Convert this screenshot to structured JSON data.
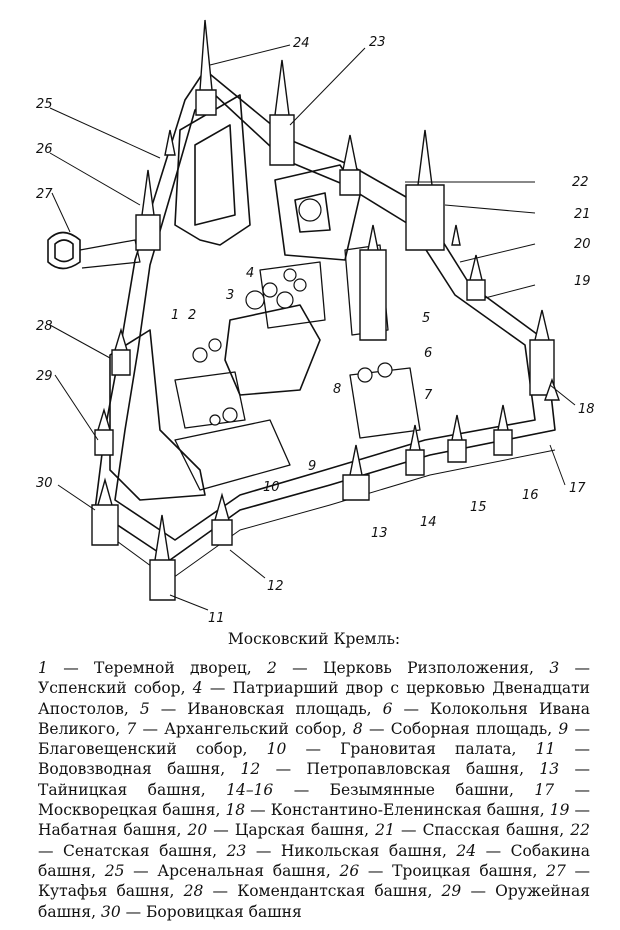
{
  "caption": {
    "title": "Московский Кремль:",
    "items": [
      {
        "n": "1",
        "text": "Теремной дворец"
      },
      {
        "n": "2",
        "text": "Церковь Ризположения"
      },
      {
        "n": "3",
        "text": "Успенский собор"
      },
      {
        "n": "4",
        "text": "Патриарший двор с церковью Двенадцати Апостолов"
      },
      {
        "n": "5",
        "text": "Ивановская площадь"
      },
      {
        "n": "6",
        "text": "Колокольня Ивана Великого"
      },
      {
        "n": "7",
        "text": "Архангельский собор"
      },
      {
        "n": "8",
        "text": "Соборная площадь"
      },
      {
        "n": "9",
        "text": "Благовещенский собор"
      },
      {
        "n": "10",
        "text": "Грановитая палата"
      },
      {
        "n": "11",
        "text": "Водовзводная башня"
      },
      {
        "n": "12",
        "text": "Петропавловская башня"
      },
      {
        "n": "13",
        "text": "Тайницкая башня"
      },
      {
        "n": "14–16",
        "text": "Безымянные башни"
      },
      {
        "n": "17",
        "text": "Москворецкая башня"
      },
      {
        "n": "18",
        "text": "Константино-Еленинская башня"
      },
      {
        "n": "19",
        "text": "Набатная башня"
      },
      {
        "n": "20",
        "text": "Царская башня"
      },
      {
        "n": "21",
        "text": "Спасская башня"
      },
      {
        "n": "22",
        "text": "Сенатская башня"
      },
      {
        "n": "23",
        "text": "Никольская башня"
      },
      {
        "n": "24",
        "text": "Собакина башня"
      },
      {
        "n": "25",
        "text": "Арсенальная башня"
      },
      {
        "n": "26",
        "text": "Троицкая башня"
      },
      {
        "n": "27",
        "text": "Кутафья башня"
      },
      {
        "n": "28",
        "text": "Комендантская башня"
      },
      {
        "n": "29",
        "text": "Оружейная башня"
      },
      {
        "n": "30",
        "text": "Боровицкая башня"
      }
    ]
  },
  "labels": [
    "1",
    "2",
    "3",
    "4",
    "5",
    "6",
    "7",
    "8",
    "9",
    "10",
    "11",
    "12",
    "13",
    "14",
    "15",
    "16",
    "17",
    "18",
    "19",
    "20",
    "21",
    "22",
    "23",
    "24",
    "25",
    "26",
    "27",
    "28",
    "29",
    "30"
  ]
}
